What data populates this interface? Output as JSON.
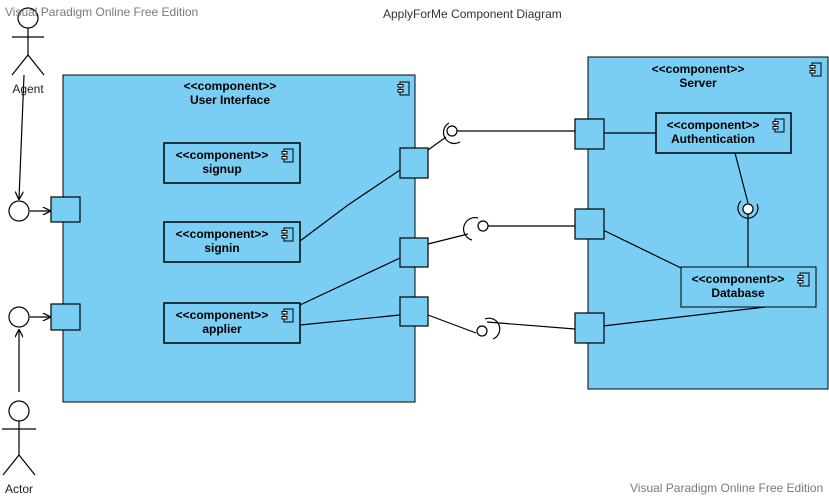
{
  "watermark": {
    "top": "Visual Paradigm Online Free Edition",
    "bottom": "Visual Paradigm Online Free Edition"
  },
  "diagram_title": "ApplyForMe Component Diagram",
  "actors": {
    "agent": "Agent",
    "actor": "Actor"
  },
  "stereotype": "<<component>>",
  "components": {
    "user_interface": "User Interface",
    "signup": "signup",
    "signin": "signin",
    "applier": "applier",
    "server": "Server",
    "authentication": "Authentication",
    "database": "Database"
  },
  "colors": {
    "component_fill": "#7ACEF4",
    "stroke": "#000000"
  }
}
